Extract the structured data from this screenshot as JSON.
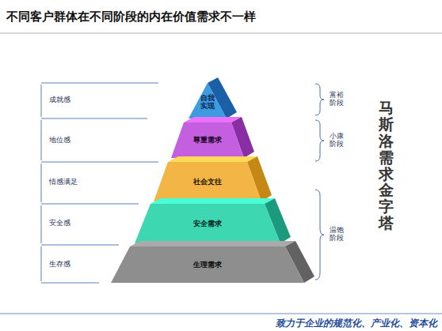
{
  "diagram": {
    "title": "不同客户群体在不同阶段的内在价值需求不一样",
    "nodes": [
      {
        "text": [
          "自我实现"
        ]
      },
      {
        "text": [
          "尊重需求"
        ]
      },
      {
        "text": [
          "社会文往"
        ]
      },
      {
        "text": [
          "安全需求"
        ]
      },
      {
        "text": [
          "生理需求"
        ]
      }
    ],
    "labels": [
      "成就感",
      "地位感",
      "情感满足",
      "安全感",
      "生存感",
      "富裕阶段",
      "小康阶段",
      "温饱阶段",
      "马斯洛需求金字塔",
      "致力于企业的规范化、产业化、资本化"
    ]
  }
}
